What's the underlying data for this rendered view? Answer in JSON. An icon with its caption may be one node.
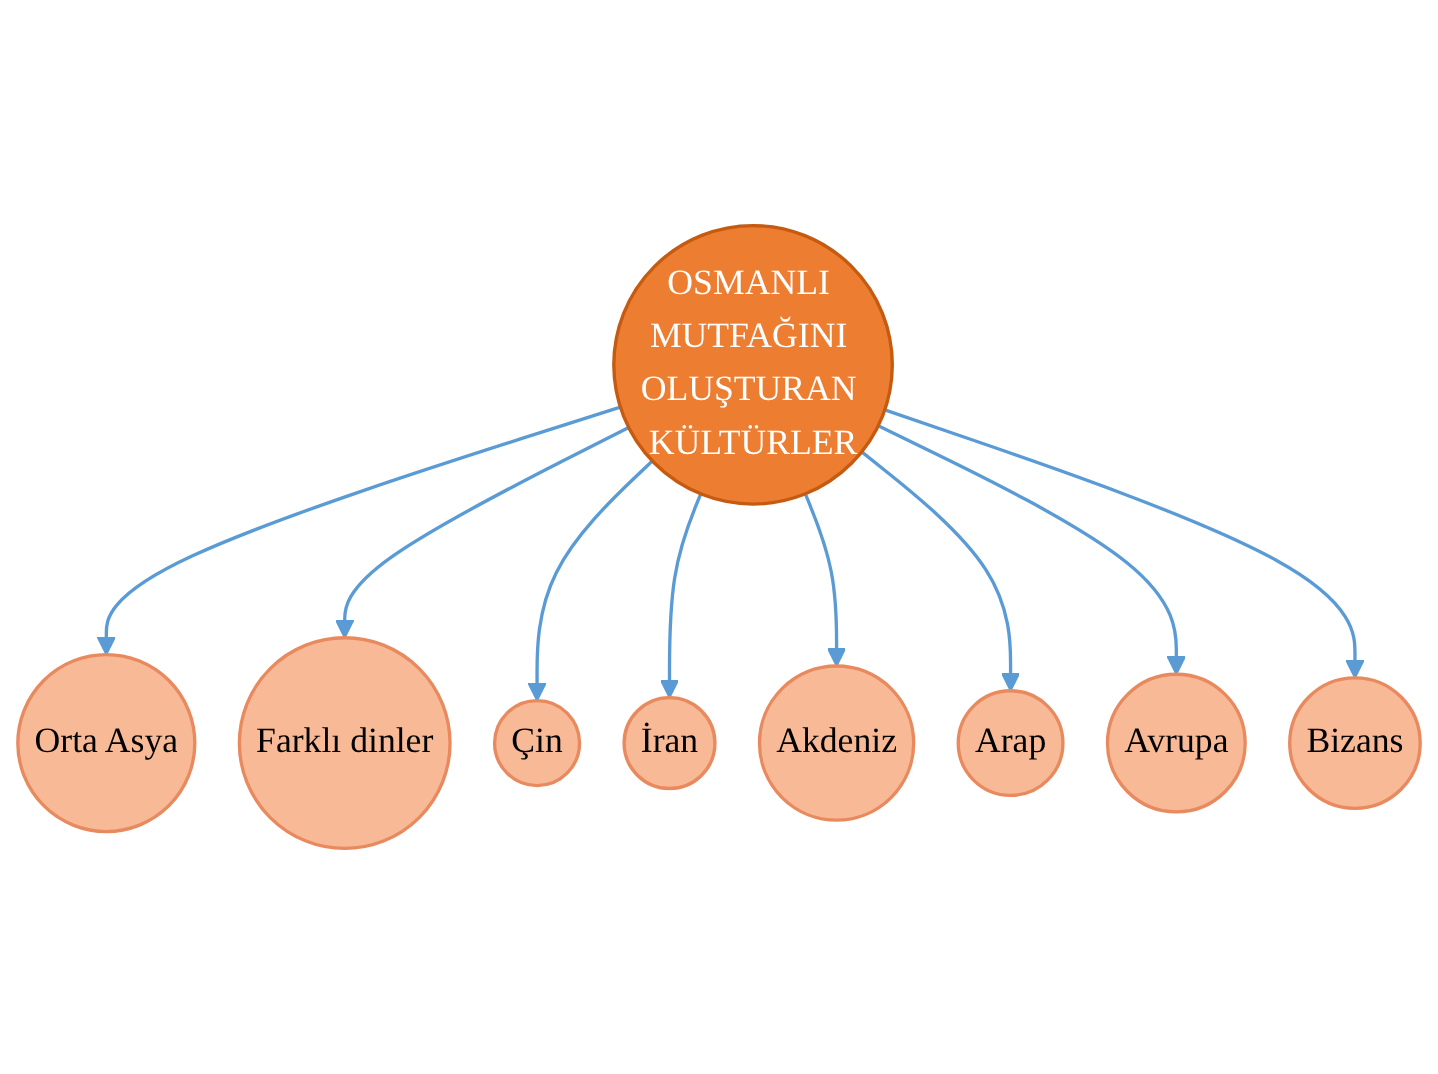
{
  "diagram": {
    "nodes": [
      {
        "text": [
          "Orta Asya"
        ]
      },
      {
        "text": [
          "Farklı dinler"
        ]
      },
      {
        "text": [
          "Çin"
        ]
      },
      {
        "text": [
          "İran"
        ]
      },
      {
        "text": [
          "Akdeniz"
        ]
      },
      {
        "text": [
          "OSMANLI MUTFAĞINI OLUŞTURAN KÜLTÜRLER"
        ]
      },
      {
        "text": [
          "Arap"
        ]
      },
      {
        "text": [
          "Avrupa"
        ]
      },
      {
        "text": [
          "Bizans"
        ]
      }
    ],
    "edges": [
      {
        "from": 5,
        "to": 0,
        "arrow": "to"
      },
      {
        "from": 5,
        "to": 1,
        "arrow": "to"
      },
      {
        "from": 5,
        "to": 2,
        "arrow": "to"
      },
      {
        "from": 5,
        "to": 3,
        "arrow": "to"
      },
      {
        "from": 5,
        "to": 4,
        "arrow": "to"
      },
      {
        "from": 5,
        "to": 6,
        "arrow": "to"
      },
      {
        "from": 5,
        "to": 7,
        "arrow": "to"
      },
      {
        "from": 5,
        "to": 8,
        "arrow": "to"
      }
    ]
  }
}
